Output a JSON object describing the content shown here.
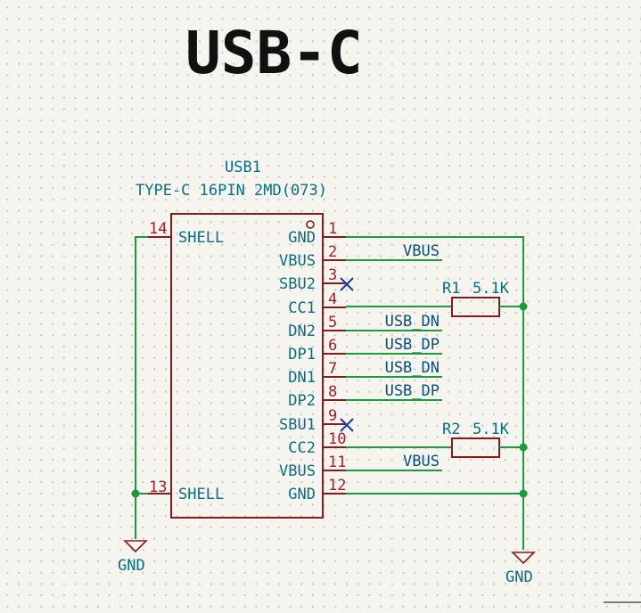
{
  "sheet_title": "USB-C",
  "component": {
    "reference": "USB1",
    "value": "TYPE-C 16PIN 2MD(073)"
  },
  "left_pins": [
    {
      "number": "14",
      "name": "SHELL"
    },
    {
      "number": "13",
      "name": "SHELL"
    }
  ],
  "right_pins": [
    {
      "number": "1",
      "name": "GND",
      "net": ""
    },
    {
      "number": "2",
      "name": "VBUS",
      "net": "VBUS"
    },
    {
      "number": "3",
      "name": "SBU2",
      "net": ""
    },
    {
      "number": "4",
      "name": "CC1",
      "net": ""
    },
    {
      "number": "5",
      "name": "DN2",
      "net": "USB_DN"
    },
    {
      "number": "6",
      "name": "DP1",
      "net": "USB_DP"
    },
    {
      "number": "7",
      "name": "DN1",
      "net": "USB_DN"
    },
    {
      "number": "8",
      "name": "DP2",
      "net": "USB_DP"
    },
    {
      "number": "9",
      "name": "SBU1",
      "net": ""
    },
    {
      "number": "10",
      "name": "CC2",
      "net": ""
    },
    {
      "number": "11",
      "name": "VBUS",
      "net": "VBUS"
    },
    {
      "number": "12",
      "name": "GND",
      "net": ""
    }
  ],
  "resistors": [
    {
      "ref": "R1",
      "value": "5.1K"
    },
    {
      "ref": "R2",
      "value": "5.1K"
    }
  ],
  "ground_labels": {
    "left": "GND",
    "right": "GND"
  },
  "colors": {
    "wire": "#1d9a3d",
    "symbol": "#8a1a1a",
    "pin_number": "#a01f2a",
    "pin_name": "#0a6e80",
    "no_connect": "#1a37a8",
    "background": "#f5f4ef"
  }
}
